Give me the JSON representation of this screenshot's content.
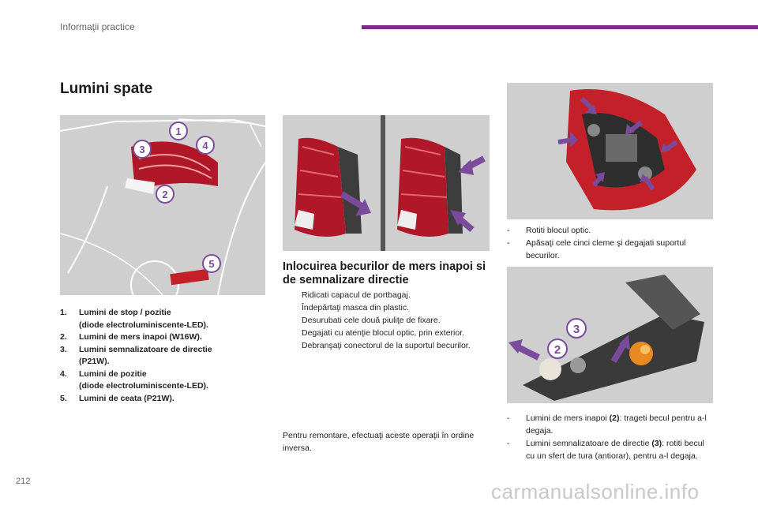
{
  "header": {
    "section": "Informaţii practice"
  },
  "page_number": "212",
  "title": "Lumini spate",
  "numbered_list": [
    {
      "num": "1.",
      "text": "Lumini de stop / pozitie",
      "sub": "(diode electroluminiscente-LED)."
    },
    {
      "num": "2.",
      "text": "Lumini de mers inapoi (W16W).",
      "sub": ""
    },
    {
      "num": "3.",
      "text": "Lumini semnalizatoare de directie",
      "sub": "(P21W)."
    },
    {
      "num": "4.",
      "text": "Lumini de pozitie",
      "sub": "(diode electroluminiscente-LED)."
    },
    {
      "num": "5.",
      "text": "Lumini de ceata (P21W).",
      "sub": ""
    }
  ],
  "callouts": {
    "n1": "1",
    "n2": "2",
    "n3": "3",
    "n4": "4",
    "n5": "5"
  },
  "section2": {
    "title": "Inlocuirea becurilor de mers inapoi si de semnalizare directie",
    "bullet_glyph": "",
    "steps": [
      "Ridicati capacul de portbagaj.",
      "Îndepărtaţi masca din plastic.",
      "Desurubati cele două piuliţe de fixare.",
      "Degajati cu atenţie blocul optic, prin exterior.",
      "Debranşaţi conectorul de la suportul becurilor."
    ],
    "note": "Pentru remontare, efectuaţi aceste operaţii în ordine inversa."
  },
  "right_col": {
    "dash_glyph": "-",
    "list1": [
      "Rotiti blocul optic.",
      "Apăsaţi cele cinci cleme şi degajati suportul becurilor."
    ],
    "list2": [
      {
        "pre": "Lumini de mers inapoi ",
        "bold": "(2)",
        "post": ": trageti becul pentru a-l degaja."
      },
      {
        "pre": "Lumini semnalizatoare de directie ",
        "bold": "(3)",
        "post": ": rotiti becul cu un sfert de tura (antiorar), pentru a-l degaja."
      }
    ]
  },
  "watermark": "carmanualsonline.info",
  "colors": {
    "accent": "#7a2e8a",
    "arrow": "#7a4b9a",
    "lamp_red": "#c4202a"
  }
}
